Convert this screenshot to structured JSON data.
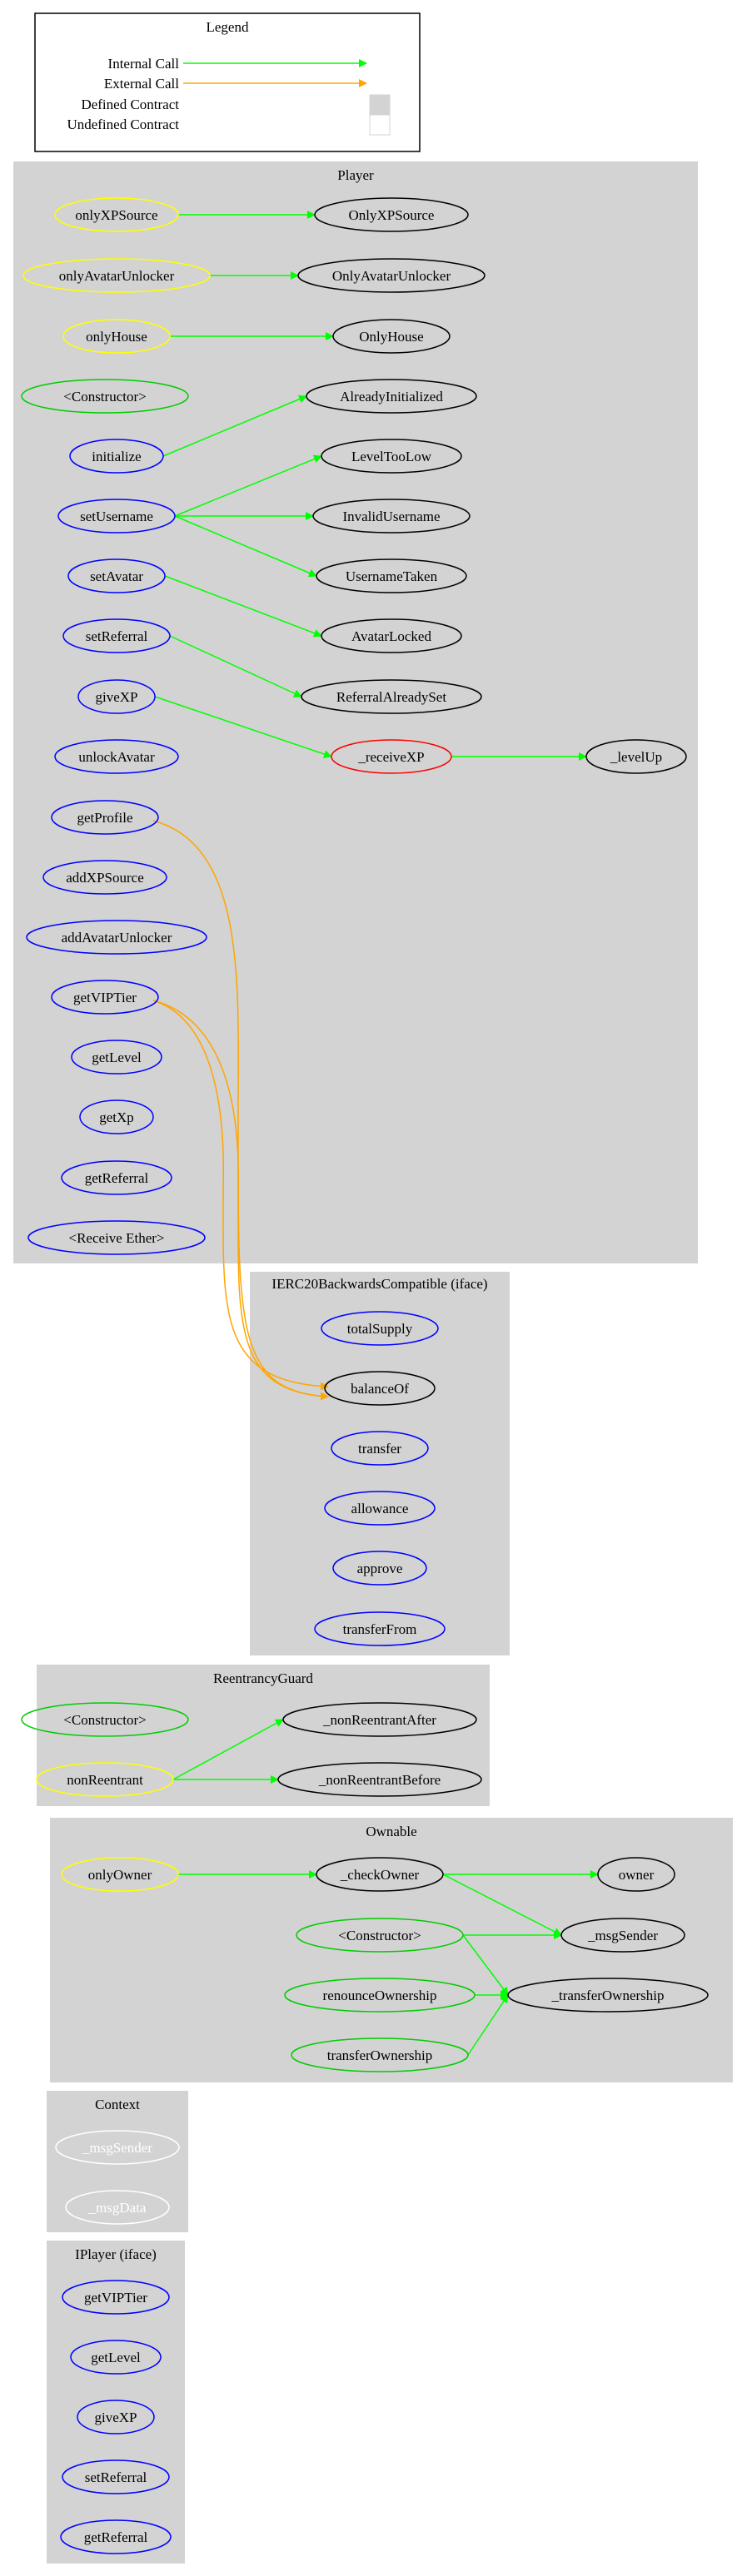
{
  "legend": {
    "title": "Legend",
    "internal_call": "Internal Call",
    "external_call": "External Call",
    "defined_contract": "Defined Contract",
    "undefined_contract": "Undefined Contract"
  },
  "colors": {
    "internal_edge": "#00ff00",
    "external_edge": "#ffa500",
    "cluster_fill": "#d3d3d3",
    "modifier": "#ffff00",
    "constructor": "#00cc00",
    "public": "#0000ff",
    "private": "#000000",
    "called": "#ff0000",
    "inherited": "#ffffff"
  },
  "clusters": [
    {
      "id": "player",
      "title": "Player",
      "nodes": [
        {
          "id": "p_onlyXPSource",
          "label": "onlyXPSource",
          "kind": "modifier"
        },
        {
          "id": "p_OnlyXPSource",
          "label": "OnlyXPSource",
          "kind": "private"
        },
        {
          "id": "p_onlyAvatarUnlocker",
          "label": "onlyAvatarUnlocker",
          "kind": "modifier"
        },
        {
          "id": "p_OnlyAvatarUnlocker",
          "label": "OnlyAvatarUnlocker",
          "kind": "private"
        },
        {
          "id": "p_onlyHouse",
          "label": "onlyHouse",
          "kind": "modifier"
        },
        {
          "id": "p_OnlyHouse",
          "label": "OnlyHouse",
          "kind": "private"
        },
        {
          "id": "p_constructor",
          "label": "<Constructor>",
          "kind": "constructor"
        },
        {
          "id": "p_AlreadyInitialized",
          "label": "AlreadyInitialized",
          "kind": "private"
        },
        {
          "id": "p_initialize",
          "label": "initialize",
          "kind": "public"
        },
        {
          "id": "p_LevelTooLow",
          "label": "LevelTooLow",
          "kind": "private"
        },
        {
          "id": "p_setUsername",
          "label": "setUsername",
          "kind": "public"
        },
        {
          "id": "p_InvalidUsername",
          "label": "InvalidUsername",
          "kind": "private"
        },
        {
          "id": "p_UsernameTaken",
          "label": "UsernameTaken",
          "kind": "private"
        },
        {
          "id": "p_setAvatar",
          "label": "setAvatar",
          "kind": "public"
        },
        {
          "id": "p_AvatarLocked",
          "label": "AvatarLocked",
          "kind": "private"
        },
        {
          "id": "p_setReferral",
          "label": "setReferral",
          "kind": "public"
        },
        {
          "id": "p_ReferralAlreadySet",
          "label": "ReferralAlreadySet",
          "kind": "private"
        },
        {
          "id": "p_giveXP",
          "label": "giveXP",
          "kind": "public"
        },
        {
          "id": "p_receiveXP",
          "label": "_receiveXP",
          "kind": "called"
        },
        {
          "id": "p_levelUp",
          "label": "_levelUp",
          "kind": "private"
        },
        {
          "id": "p_unlockAvatar",
          "label": "unlockAvatar",
          "kind": "public"
        },
        {
          "id": "p_getProfile",
          "label": "getProfile",
          "kind": "public"
        },
        {
          "id": "p_addXPSource",
          "label": "addXPSource",
          "kind": "public"
        },
        {
          "id": "p_addAvatarUnlocker",
          "label": "addAvatarUnlocker",
          "kind": "public"
        },
        {
          "id": "p_getVIPTier",
          "label": "getVIPTier",
          "kind": "public"
        },
        {
          "id": "p_getLevel",
          "label": "getLevel",
          "kind": "public"
        },
        {
          "id": "p_getXp",
          "label": "getXp",
          "kind": "public"
        },
        {
          "id": "p_getReferral",
          "label": "getReferral",
          "kind": "public"
        },
        {
          "id": "p_receiveEther",
          "label": "<Receive Ether>",
          "kind": "public"
        }
      ]
    },
    {
      "id": "ierc20",
      "title": "IERC20BackwardsCompatible  (iface)",
      "nodes": [
        {
          "id": "e_totalSupply",
          "label": "totalSupply",
          "kind": "public"
        },
        {
          "id": "e_balanceOf",
          "label": "balanceOf",
          "kind": "private"
        },
        {
          "id": "e_transfer",
          "label": "transfer",
          "kind": "public"
        },
        {
          "id": "e_allowance",
          "label": "allowance",
          "kind": "public"
        },
        {
          "id": "e_approve",
          "label": "approve",
          "kind": "public"
        },
        {
          "id": "e_transferFrom",
          "label": "transferFrom",
          "kind": "public"
        }
      ]
    },
    {
      "id": "reentrancy",
      "title": "ReentrancyGuard",
      "nodes": [
        {
          "id": "r_constructor",
          "label": "<Constructor>",
          "kind": "constructor"
        },
        {
          "id": "r_nonReentrantAfter",
          "label": "_nonReentrantAfter",
          "kind": "private"
        },
        {
          "id": "r_nonReentrant",
          "label": "nonReentrant",
          "kind": "modifier"
        },
        {
          "id": "r_nonReentrantBefore",
          "label": "_nonReentrantBefore",
          "kind": "private"
        }
      ]
    },
    {
      "id": "ownable",
      "title": "Ownable",
      "nodes": [
        {
          "id": "o_onlyOwner",
          "label": "onlyOwner",
          "kind": "modifier"
        },
        {
          "id": "o_checkOwner",
          "label": "_checkOwner",
          "kind": "private"
        },
        {
          "id": "o_owner",
          "label": "owner",
          "kind": "private"
        },
        {
          "id": "o_constructor",
          "label": "<Constructor>",
          "kind": "constructor"
        },
        {
          "id": "o_msgSender",
          "label": "_msgSender",
          "kind": "private"
        },
        {
          "id": "o_renounceOwnership",
          "label": "renounceOwnership",
          "kind": "constructor"
        },
        {
          "id": "o_transferOwnership_int",
          "label": "_transferOwnership",
          "kind": "private"
        },
        {
          "id": "o_transferOwnership",
          "label": "transferOwnership",
          "kind": "constructor"
        }
      ]
    },
    {
      "id": "context",
      "title": "Context",
      "nodes": [
        {
          "id": "c_msgSender",
          "label": "_msgSender",
          "kind": "inherited"
        },
        {
          "id": "c_msgData",
          "label": "_msgData",
          "kind": "inherited"
        }
      ]
    },
    {
      "id": "iplayer",
      "title": "IPlayer  (iface)",
      "nodes": [
        {
          "id": "i_getVIPTier",
          "label": "getVIPTier",
          "kind": "public"
        },
        {
          "id": "i_getLevel",
          "label": "getLevel",
          "kind": "public"
        },
        {
          "id": "i_giveXP",
          "label": "giveXP",
          "kind": "public"
        },
        {
          "id": "i_setReferral",
          "label": "setReferral",
          "kind": "public"
        },
        {
          "id": "i_getReferral",
          "label": "getReferral",
          "kind": "public"
        }
      ]
    }
  ],
  "edges": [
    {
      "from": "p_onlyXPSource",
      "to": "p_OnlyXPSource",
      "type": "internal"
    },
    {
      "from": "p_onlyAvatarUnlocker",
      "to": "p_OnlyAvatarUnlocker",
      "type": "internal"
    },
    {
      "from": "p_onlyHouse",
      "to": "p_OnlyHouse",
      "type": "internal"
    },
    {
      "from": "p_initialize",
      "to": "p_AlreadyInitialized",
      "type": "internal"
    },
    {
      "from": "p_setUsername",
      "to": "p_LevelTooLow",
      "type": "internal"
    },
    {
      "from": "p_setUsername",
      "to": "p_InvalidUsername",
      "type": "internal"
    },
    {
      "from": "p_setUsername",
      "to": "p_UsernameTaken",
      "type": "internal"
    },
    {
      "from": "p_setAvatar",
      "to": "p_AvatarLocked",
      "type": "internal"
    },
    {
      "from": "p_setReferral",
      "to": "p_ReferralAlreadySet",
      "type": "internal"
    },
    {
      "from": "p_giveXP",
      "to": "p_receiveXP",
      "type": "internal"
    },
    {
      "from": "p_receiveXP",
      "to": "p_levelUp",
      "type": "internal"
    },
    {
      "from": "p_getProfile",
      "to": "e_balanceOf",
      "type": "external"
    },
    {
      "from": "p_getVIPTier",
      "to": "e_balanceOf",
      "type": "external"
    },
    {
      "from": "p_getVIPTier",
      "to": "e_balanceOf",
      "type": "external"
    },
    {
      "from": "r_nonReentrant",
      "to": "r_nonReentrantAfter",
      "type": "internal"
    },
    {
      "from": "r_nonReentrant",
      "to": "r_nonReentrantBefore",
      "type": "internal"
    },
    {
      "from": "o_onlyOwner",
      "to": "o_checkOwner",
      "type": "internal"
    },
    {
      "from": "o_checkOwner",
      "to": "o_owner",
      "type": "internal"
    },
    {
      "from": "o_checkOwner",
      "to": "o_msgSender",
      "type": "internal"
    },
    {
      "from": "o_constructor",
      "to": "o_msgSender",
      "type": "internal"
    },
    {
      "from": "o_constructor",
      "to": "o_transferOwnership_int",
      "type": "internal"
    },
    {
      "from": "o_renounceOwnership",
      "to": "o_transferOwnership_int",
      "type": "internal"
    },
    {
      "from": "o_transferOwnership",
      "to": "o_transferOwnership_int",
      "type": "internal"
    }
  ]
}
